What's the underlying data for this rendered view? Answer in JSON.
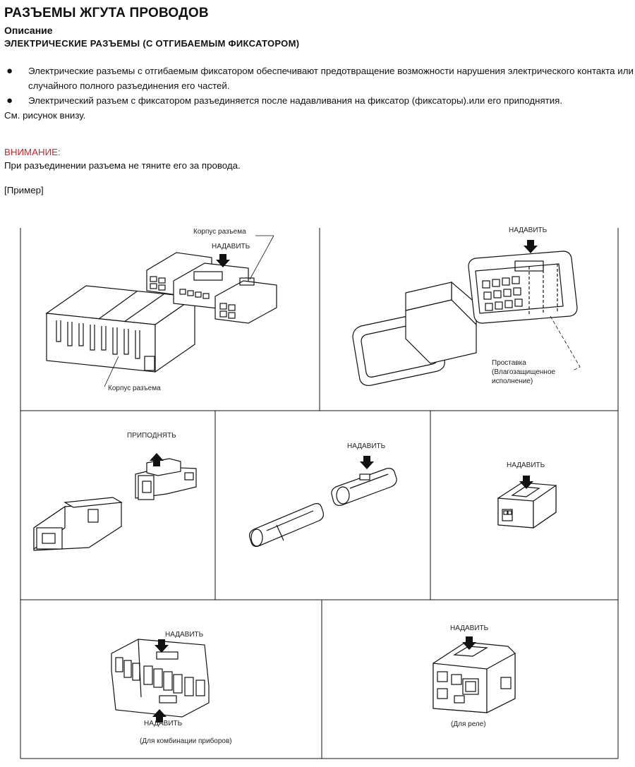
{
  "header": {
    "title": "РАЗЪЕМЫ ЖГУТА ПРОВОДОВ",
    "subtitle": "Описание",
    "section": "ЭЛЕКТРИЧЕСКИЕ РАЗЪЕМЫ (С ОТГИБАЕМЫМ ФИКСАТОРОМ)"
  },
  "bullets": [
    "Электрические разъемы с отгибаемым фиксатором обеспечивают предотвращение возможности нарушения электрического контакта или случайного полного разъединения его частей.",
    "Электрический разъем с фиксатором разъединяется после надавливания на фиксатор (фиксаторы).или его приподнятия."
  ],
  "see_below": "См. рисунок внизу.",
  "warning": {
    "heading": "ВНИМАНИЕ:",
    "text": "При разъединении разъема не тяните его за провода."
  },
  "example": "[Пример]",
  "diagram": {
    "p1_housing_top": "Корпус разъема",
    "p1_push": "НАДАВИТЬ",
    "p1_housing_bottom": "Корпус разъема",
    "p2_push": "НАДАВИТЬ",
    "p2_spacer_1": "Проставка",
    "p2_spacer_2": "(Влагозащищенное",
    "p2_spacer_3": "исполнение)",
    "p3_lift": "ПРИПОДНЯТЬ",
    "p4_push": "НАДАВИТЬ",
    "p5_push": "НАДАВИТЬ",
    "p6_push_top": "НАДАВИТЬ",
    "p6_push_bottom": "НАДАВИТЬ",
    "p6_caption": "(Для комбинации приборов)",
    "p7_push": "НАДАВИТЬ",
    "p7_caption": "(Для реле)"
  }
}
